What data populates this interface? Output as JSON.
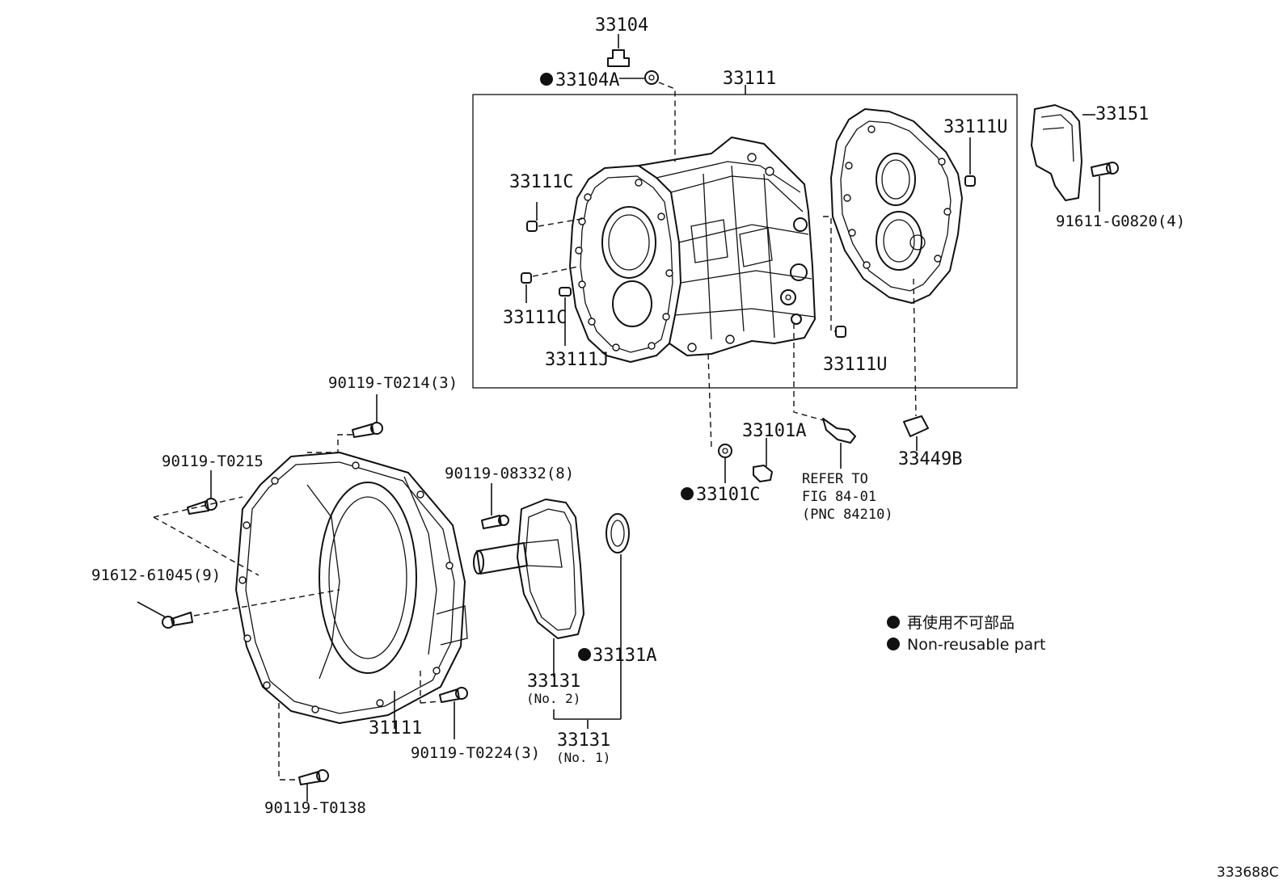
{
  "labels": {
    "p33104": "33104",
    "p33104A": "33104A",
    "p33111": "33111",
    "p33151": "33151",
    "p33111U_top": "33111U",
    "p33111C_top": "33111C",
    "p33111C_bottom": "33111C",
    "p33111J": "33111J",
    "p33111U_bottom": "33111U",
    "p91611": "91611-G0820(4)",
    "p90119_T0214": "90119-T0214(3)",
    "p90119_T0215": "90119-T0215",
    "p90119_08332": "90119-08332(8)",
    "p33101A": "33101A",
    "p33101C": "33101C",
    "p33449B": "33449B",
    "refer_line1": "REFER TO",
    "refer_line2": "FIG 84-01",
    "refer_line3": "(PNC 84210)",
    "p91612": "91612-61045(9)",
    "p33131A": "33131A",
    "p33131_no2": "33131",
    "p33131_no2_sub": "(No. 2)",
    "p33131_no1": "33131",
    "p33131_no1_sub": "(No. 1)",
    "p31111": "31111",
    "p90119_T0224": "90119-T0224(3)",
    "p90119_T0138": "90119-T0138"
  },
  "legend": {
    "line_jp": "再使用不可部品",
    "line_en": "Non-reusable part"
  },
  "figure_code": "333688C"
}
